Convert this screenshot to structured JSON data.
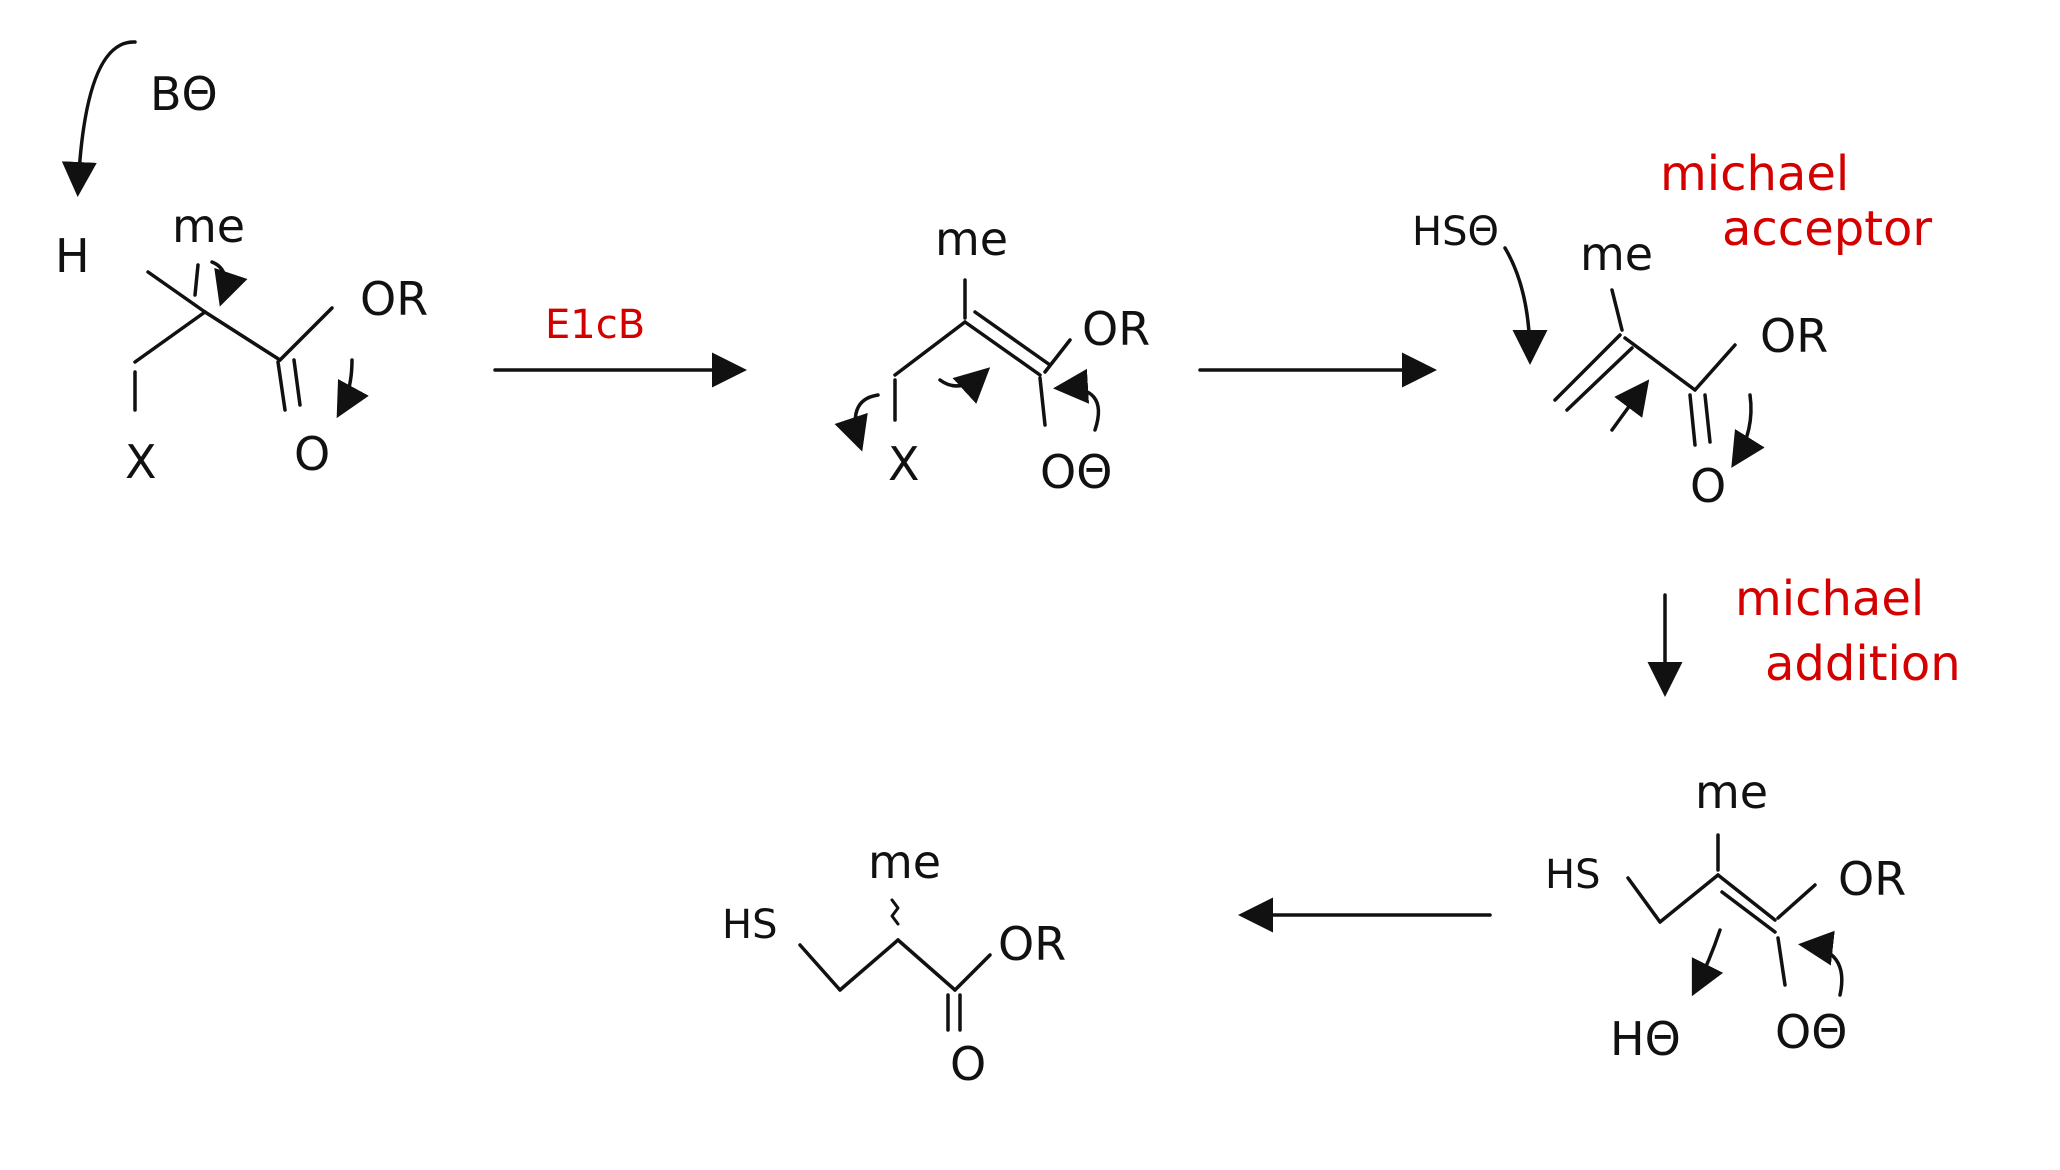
{
  "colors": {
    "ink": "#111111",
    "annotation": "#d40000",
    "background": "#ffffff"
  },
  "labels": {
    "base": "BΘ",
    "h": "H",
    "me": "me",
    "or": "OR",
    "o": "O",
    "x": "X",
    "o_minus": "OΘ",
    "hs_minus": "HSΘ",
    "hs": "HS",
    "ho_minus": "HΘ"
  },
  "annotations": {
    "e1cb": "E1cB",
    "michael_acceptor_line1": "michael",
    "michael_acceptor_line2": "acceptor",
    "michael_addition_line1": "michael",
    "michael_addition_line2": "addition"
  }
}
